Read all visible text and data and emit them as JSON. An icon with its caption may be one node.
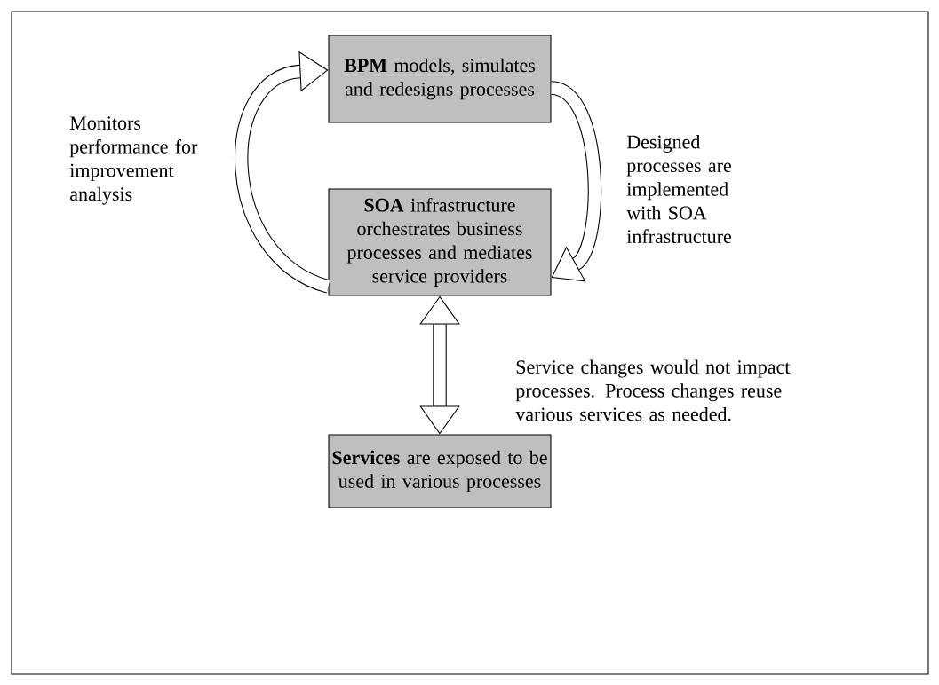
{
  "diagram": {
    "nodes": [
      {
        "text": [
          "**BPM** models, simulates and redesigns processes"
        ]
      },
      {
        "text": [
          "**SOA** infrastructure orchestrates business processes and mediates service providers"
        ]
      },
      {
        "text": [
          "**Services** are exposed to be used in various processes"
        ]
      }
    ],
    "edges": [
      {
        "from": 1,
        "to": 0,
        "arrow": "to",
        "label": "Monitors performance for improvement analysis"
      },
      {
        "from": 0,
        "to": 1,
        "arrow": "to",
        "label": "Designed processes are implemented with SOA infrastructure"
      },
      {
        "from": 1,
        "to": 2,
        "arrow": "both",
        "label": "Service changes would not impact processes. Process changes reuse various services as needed."
      }
    ]
  }
}
